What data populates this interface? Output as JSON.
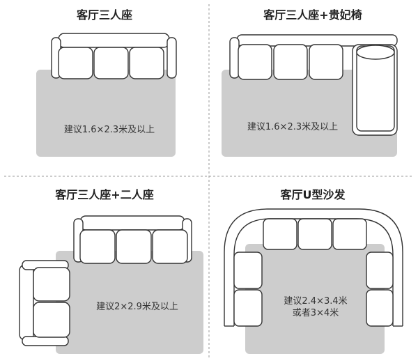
{
  "panels": [
    {
      "title": "客厅三人座",
      "notes": [
        "建议1.6×2.3米及以上"
      ]
    },
    {
      "title": "客厅三人座+贵妃椅",
      "notes": [
        "建议1.6×2.3米及以上"
      ]
    },
    {
      "title": "客厅三人座+二人座",
      "notes": [
        "建议2×2.9米及以上"
      ]
    },
    {
      "title": "客厅U型沙发",
      "notes": [
        "建议2.4×3.4米",
        "或者3×4米"
      ]
    }
  ],
  "colors": {
    "rug": "#cdcdcd",
    "line": "#333333",
    "divider": "#999999"
  }
}
